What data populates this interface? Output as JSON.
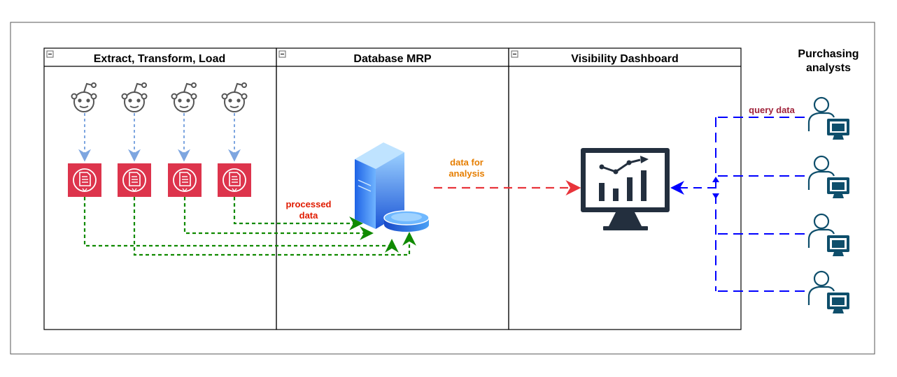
{
  "lanes": [
    {
      "title": "Extract, Transform, Load"
    },
    {
      "title": "Database MRP"
    },
    {
      "title": "Visibility Dashboard"
    }
  ],
  "actors": {
    "line1": "Purchasing",
    "line2": "analysts"
  },
  "edge_labels": {
    "processed_line1": "processed",
    "processed_line2": "data",
    "analysis_line1": "data for",
    "analysis_line2": "analysis",
    "query": "query data"
  },
  "colors": {
    "blue_dash": "#7ea6e0",
    "green_dash": "#108a00",
    "red_dash": "#e8343b",
    "navy_dash": "#0000ff",
    "doc_red": "#dd344c",
    "user_teal": "#0e4e6b",
    "processed_label": "#e01b00",
    "analysis_label": "#e67e00",
    "query_label": "#a0233b"
  },
  "icons": [
    "reddit-icon",
    "document-icon",
    "database-server-icon",
    "dashboard-monitor-icon",
    "user-computer-icon"
  ]
}
